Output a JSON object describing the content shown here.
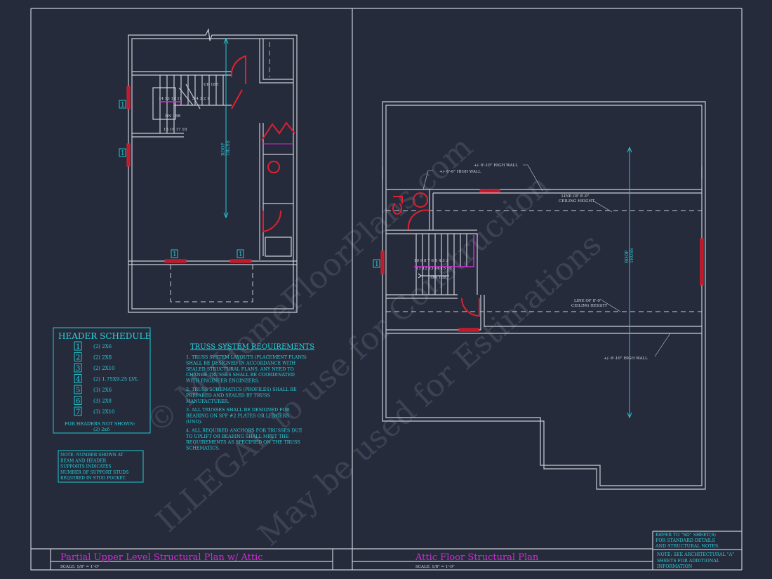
{
  "watermark": {
    "line1": "© MyHomeFloorPlans.com",
    "line2": "ILLEGAL to use for Construction",
    "line3": "May be used for Estimations"
  },
  "colors": {
    "background": "#262b3c",
    "walls": "#c9ccd6",
    "headers": "#e0202e",
    "notes": "#27d3dc",
    "titles": "#d22ad2"
  },
  "left_plan": {
    "title": "Partial Upper Level Structural Plan w/ Attic",
    "scale": "SCALE: 1/8\" = 1'-0\"",
    "roof_truss": [
      "ROOF",
      "TRUSS"
    ],
    "stair_up": "UP 18R",
    "stair_dn": "DN 18R",
    "stair_numbers_top": "14 13 12 11",
    "stair_numbers_top_right": "5 4 3 2 1",
    "stair_numbers_bottom": "15 16 17 18",
    "header_tag": "1"
  },
  "right_plan": {
    "title": "Attic Floor Structural Plan",
    "scale": "SCALE: 1/8\" = 1'-0\"",
    "roof_truss": [
      "ROOF",
      "TRUSS"
    ],
    "label_wall_610_top": "+/- 6'-10\" HIGH WALL",
    "label_wall_66": "+/- 6'-6\" HIGH WALL",
    "label_ceiling_1": [
      "LINE OF 8'-0\"",
      "CEILING HEIGHT"
    ],
    "label_ceiling_2": [
      "LINE OF 8'-0\"",
      "CEILING HEIGHT"
    ],
    "label_wall_610_bottom": "+/- 6'-10\" HIGH WALL",
    "stair_dn": "DN 18R",
    "stair_numbers_top": "10 9 8 7 6 5 4 3 2",
    "stair_numbers_bottom": "11 12 13 14 15 16",
    "header_tag": "1"
  },
  "header_schedule": {
    "title": "HEADER SCHEDULE",
    "rows": [
      {
        "tag": "1",
        "size": "(2) 2X6"
      },
      {
        "tag": "2",
        "size": "(2) 2X8"
      },
      {
        "tag": "3",
        "size": "(2) 2X10"
      },
      {
        "tag": "4",
        "size": "(2) 1.75X9.25 LVL"
      },
      {
        "tag": "5",
        "size": "(3) 2X6"
      },
      {
        "tag": "6",
        "size": "(3) 2X8"
      },
      {
        "tag": "7",
        "size": "(3) 2X10"
      }
    ],
    "footer": [
      "FOR HEADERS NOT SHOWN:",
      "(2) 2x6"
    ]
  },
  "stud_note": [
    "NOTE: NUMBER SHOWN AT",
    "BEAM AND HEADER",
    "SUPPORTS INDICATES",
    "NUMBER OF SUPPORT STUDS",
    "REQUIRED IN STUD POCKET."
  ],
  "truss_requirements": {
    "title": "TRUSS SYSTEM REQUIREMENTS",
    "items": [
      [
        "1. TRUSS SYSTEM LAYOUTS (PLACEMENT PLANS)",
        "SHALL BE DESIGNED IN ACCORDANCE WITH",
        "SEALED STRUCTURAL PLANS. ANY NEED TO",
        "CHANGE TRUSSES SHALL BE COORDINATED",
        "WITH ENGINEER ENGINEERS."
      ],
      [
        "2. TRUSS SCHEMATICS (PROFILES) SHALL BE",
        "PREPARED AND SEALED BY TRUSS",
        "MANUFACTURER."
      ],
      [
        "3. ALL TRUSSES SHALL BE DESIGNED FOR",
        "BEARING ON SPF #2 PLATES OR LEDGERS",
        "(UNO)."
      ],
      [
        "4. ALL REQUIRED ANCHORS FOR TRUSSES DUE",
        "TO UPLIFT OR BEARING SHALL MEET THE",
        "REQUIREMENTS AS SPECIFIED ON THE TRUSS",
        "SCHEMATICS."
      ]
    ]
  },
  "title_block": {
    "refer_note": [
      "REFER TO \"SD\" SHEET(S)",
      "FOR STANDARD DETAILS",
      "AND STRUCTURAL NOTES."
    ],
    "arch_note": [
      "NOTE: SEE ARCHITECTURAL \"A\"",
      "SHEETS FOR ADDITIONAL",
      "INFORMATION"
    ]
  }
}
